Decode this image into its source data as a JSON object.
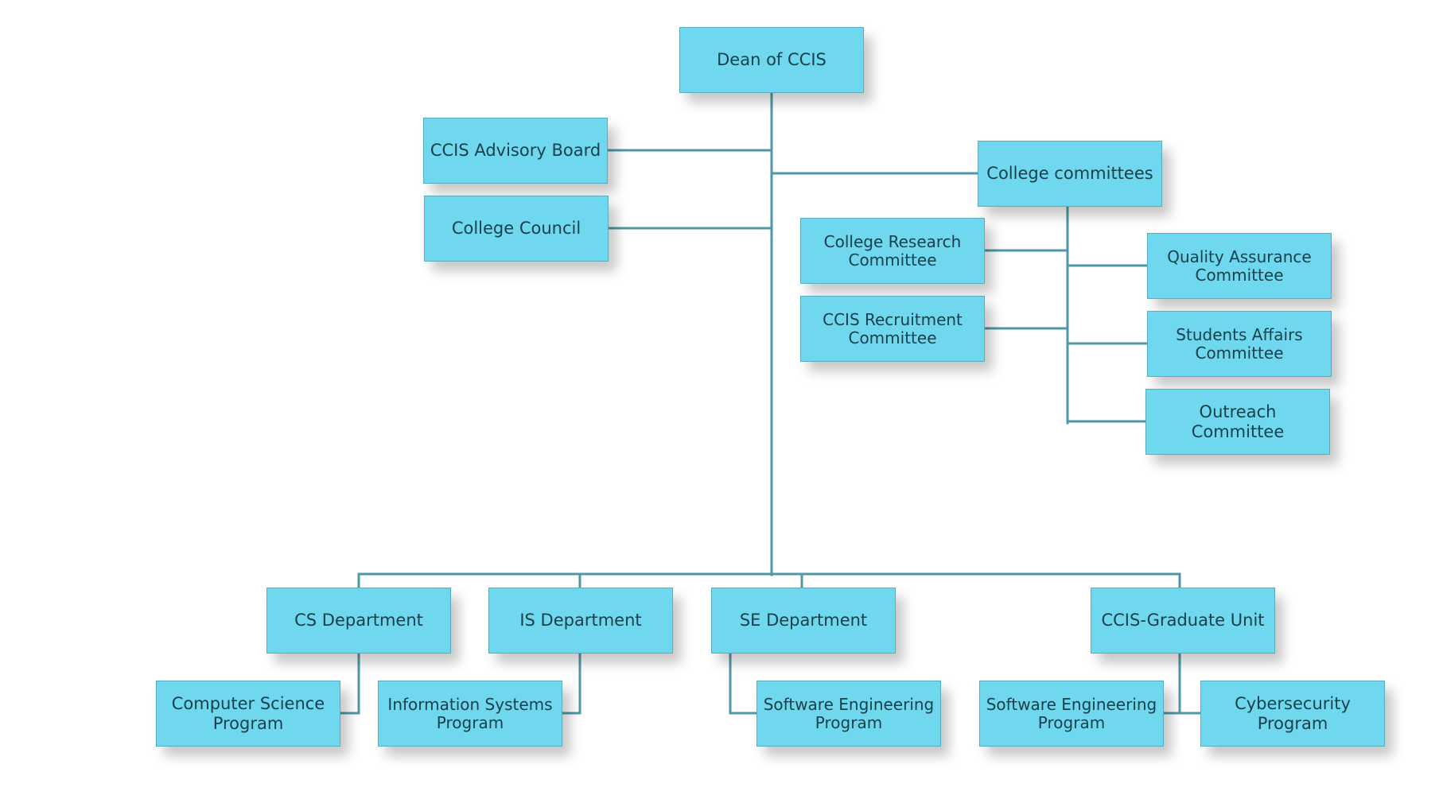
{
  "nodes": {
    "dean": "Dean of CCIS",
    "advisory_board": "CCIS Advisory Board",
    "college_council": "College Council",
    "college_committees": "College committees",
    "research_committee": "College Research Committee",
    "recruitment_committee": "CCIS Recruitment Committee",
    "quality_committee": "Quality Assurance Committee",
    "students_committee": "Students Affairs Committee",
    "outreach_committee": "Outreach Committee",
    "cs_department": "CS Department",
    "is_department": "IS Department",
    "se_department": "SE Department",
    "graduate_unit": "CCIS-Graduate Unit",
    "cs_program": "Computer Science  Program",
    "is_program": "Information Systems Program",
    "se_program": "Software Engineering Program",
    "graduate_se_program": "Software Engineering Program",
    "cybersecurity_program": "Cybersecurity Program"
  },
  "colors": {
    "node_fill": "#6fd7ee",
    "node_border": "#58aebd",
    "connector": "#4d9aa6",
    "text": "#17414a"
  }
}
